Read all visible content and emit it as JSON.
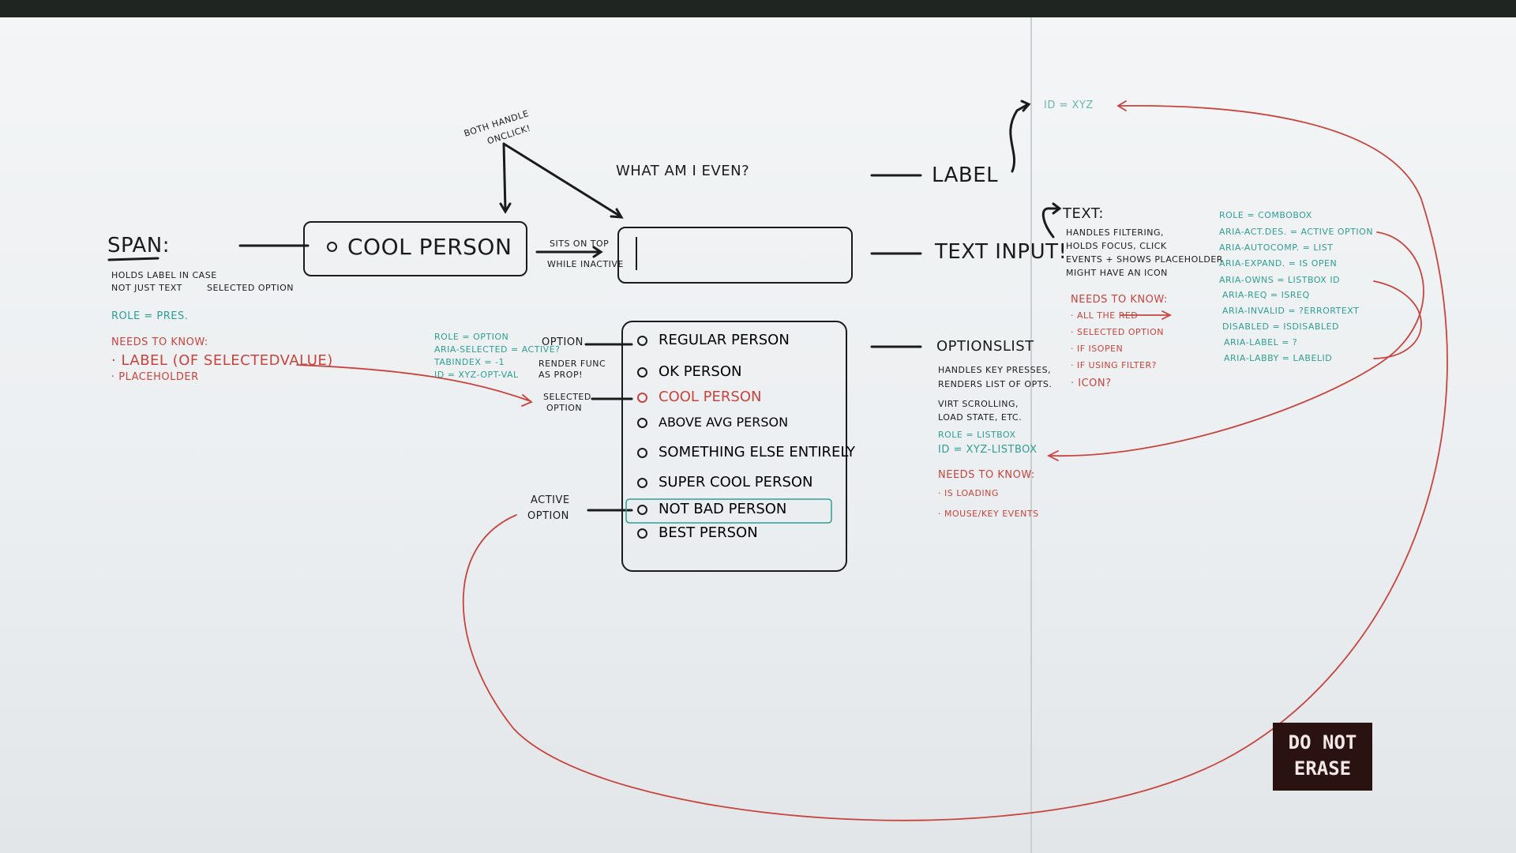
{
  "labels": {
    "both_handle": "BOTH HANDLE",
    "onclick": "ONCLICK!",
    "what_am_i": "WHAT AM I EVEN?",
    "label": "LABEL",
    "id_xyz": "ID = XYZ",
    "span": "SPAN:",
    "span_line1": "HOLDS LABEL IN CASE",
    "span_line2": "NOT JUST TEXT",
    "span_selected_option": "SELECTED OPTION",
    "span_role": "ROLE = PRES.",
    "span_needs": "NEEDS TO KNOW:",
    "span_need1": "· LABEL (OF SELECTEDVALUE)",
    "span_need2": "· PLACEHOLDER",
    "cool_person_box": "COOL PERSON",
    "sits_on_top": "SITS ON TOP",
    "while_inactive": "WHILE INACTIVE",
    "text_input": "TEXT INPUT!",
    "text_title": "TEXT:",
    "text_line1": "HANDLES FILTERING,",
    "text_line2": "HOLDS FOCUS, CLICK",
    "text_line3": "EVENTS + SHOWS PLACEHOLDER",
    "text_line4": "MIGHT HAVE AN ICON",
    "text_needs": "NEEDS TO KNOW:",
    "text_need1": "· ALL THE RED",
    "text_need2": "· SELECTED OPTION",
    "text_need3": "· IF ISOPEN",
    "text_need4": "· IF USING FILTER?",
    "text_need5": "· ICON?",
    "aria1": "ROLE = COMBOBOX",
    "aria2": "ARIA-ACT.DES. = ACTIVE OPTION",
    "aria3": "ARIA-AUTOCOMP. = LIST",
    "aria4": "ARIA-EXPAND. = IS OPEN",
    "aria5": "ARIA-OWNS = LISTBOX ID",
    "aria6": "ARIA-REQ = ISREQ",
    "aria7": "ARIA-INVALID = ?ERRORTEXT",
    "aria8": "DISABLED = ISDISABLED",
    "aria9": "ARIA-LABEL = ?",
    "aria10": "ARIA-LABBY = LABELID",
    "opt_role1": "ROLE = OPTION",
    "opt_role2": "ARIA-SELECTED = ACTIVE?",
    "opt_role3": "TABINDEX = -1",
    "opt_role4": "ID = XYZ-OPT-VAL",
    "option": "OPTION",
    "render_func1": "RENDER FUNC",
    "render_func2": "AS PROP!",
    "selected_option1": "SELECTED",
    "selected_option2": "OPTION",
    "active_option1": "ACTIVE",
    "active_option2": "OPTION",
    "options_list": "OPTIONSLIST",
    "ol_line1": "HANDLES KEY PRESSES,",
    "ol_line2": "RENDERS LIST OF OPTS.",
    "ol_line3": "VIRT SCROLLING,",
    "ol_line4": "LOAD STATE, ETC.",
    "ol_role": "ROLE = LISTBOX",
    "ol_id": "ID = XYZ-LISTBOX",
    "ol_needs": "NEEDS TO KNOW:",
    "ol_need1": "· IS LOADING",
    "ol_need2": "· MOUSE/KEY EVENTS",
    "do_not": "DO NOT",
    "erase": "ERASE"
  },
  "options": [
    "REGULAR PERSON",
    "OK PERSON",
    "COOL PERSON",
    "ABOVE AVG PERSON",
    "SOMETHING ELSE ENTIRELY",
    "SUPER COOL PERSON",
    "NOT BAD PERSON",
    "BEST PERSON"
  ],
  "colors": {
    "marker_black": "#1b1b1b",
    "marker_red": "#c8443e",
    "marker_green": "#2f9e93",
    "sign_bg": "#2a1210"
  }
}
